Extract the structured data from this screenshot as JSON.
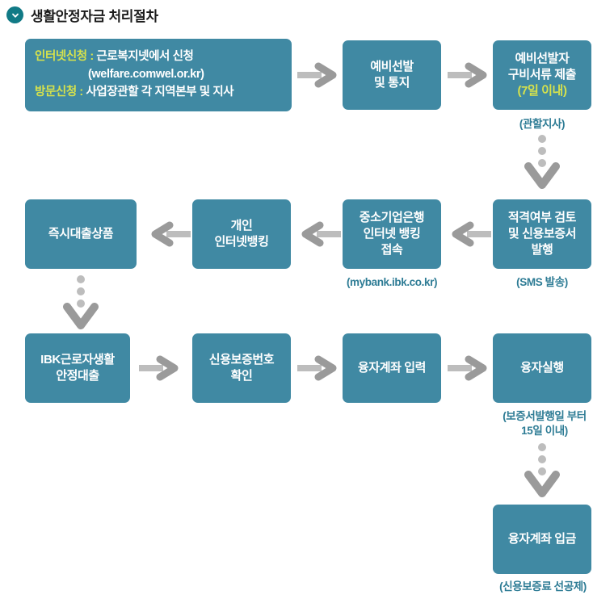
{
  "header": {
    "icon": "chevron-down-circle-icon",
    "title": "생활안정자금 처리절차",
    "icon_bg": "#117a86"
  },
  "theme": {
    "box_fill": "#4089a3",
    "box_text": "#ffffff",
    "accent_text": "#d6e24c",
    "caption_text": "#2e7c95",
    "arrow_bar": "#bdbdbd",
    "arrow_head": "#9a9a9a"
  },
  "intake": {
    "rows": [
      {
        "label": "인터넷신청 :",
        "value": "근로복지넷에서 신청"
      },
      {
        "label": "",
        "value": "(welfare.comwel.or.kr)"
      },
      {
        "label": "방문신청 :",
        "value": "사업장관할 각 지역본부 및 지사"
      }
    ]
  },
  "nodes": {
    "preselect": {
      "lines": [
        "예비선발",
        "및 통지"
      ]
    },
    "docs": {
      "lines": [
        "예비선발자",
        "구비서류 제출"
      ],
      "accent": "(7일 이내)",
      "caption": "(관할지사)"
    },
    "review": {
      "lines": [
        "적격여부 검토",
        "및 신용보증서",
        "발행"
      ],
      "caption": "(SMS 발송)"
    },
    "ibk_net": {
      "lines": [
        "중소기업은행",
        "인터넷 뱅킹",
        "접속"
      ],
      "caption": "(mybank.ibk.co.kr)"
    },
    "personal_net": {
      "lines": [
        "개인",
        "인터넷뱅킹"
      ]
    },
    "instant_loan": {
      "lines": [
        "즉시대출상품"
      ]
    },
    "ibk_loan": {
      "lines": [
        "IBK근로자생활",
        "안정대출"
      ]
    },
    "guarantee_no": {
      "lines": [
        "신용보증번호",
        "확인"
      ]
    },
    "account_input": {
      "lines": [
        "융자계좌 입력"
      ]
    },
    "loan_exec": {
      "lines": [
        "융자실행"
      ],
      "caption": [
        "(보증서발행일 부터",
        "15일 이내)"
      ]
    },
    "deposit": {
      "lines": [
        "융자계좌 입금"
      ],
      "caption": "(신용보증료 선공제)"
    }
  },
  "arrows": {
    "right": "arrow-right",
    "left": "arrow-left",
    "down_dotted": "arrow-down-dotted"
  }
}
